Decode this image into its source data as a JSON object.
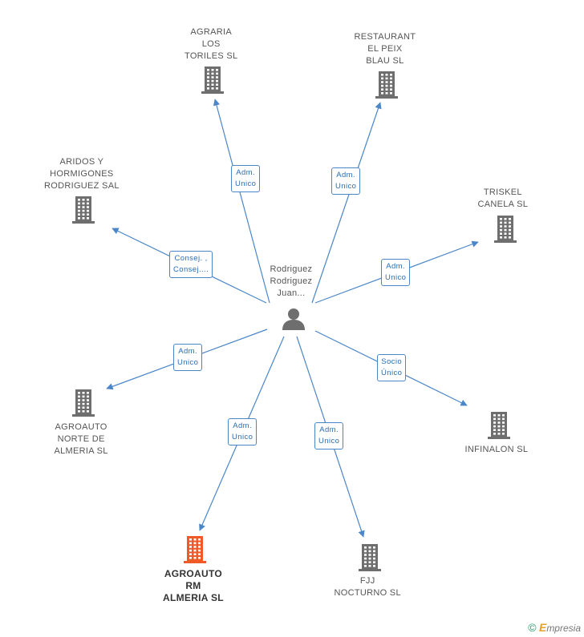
{
  "center": {
    "label": "Rodriguez\nRodriguez\nJuan...",
    "icon": "person-icon"
  },
  "nodes": [
    {
      "id": "agraria",
      "label": "AGRARIA\nLOS\nTORILES SL",
      "icon": "building-icon",
      "color": "#6e6e6e"
    },
    {
      "id": "restaurant",
      "label": "RESTAURANT\nEL PEIX\nBLAU SL",
      "icon": "building-icon",
      "color": "#6e6e6e"
    },
    {
      "id": "aridos",
      "label": "ARIDOS Y\nHORMIGONES\nRODRIGUEZ SAL",
      "icon": "building-icon",
      "color": "#6e6e6e"
    },
    {
      "id": "triskel",
      "label": "TRISKEL\nCANELA SL",
      "icon": "building-icon",
      "color": "#6e6e6e"
    },
    {
      "id": "agroauto-norte",
      "label": "AGROAUTO\nNORTE DE\nALMERIA SL",
      "icon": "building-icon",
      "color": "#6e6e6e"
    },
    {
      "id": "infinalon",
      "label": "INFINALON SL",
      "icon": "building-icon",
      "color": "#6e6e6e"
    },
    {
      "id": "agroauto-rm",
      "label": "AGROAUTO\nRM\nALMERIA SL",
      "icon": "building-icon",
      "color": "#f05a28",
      "focus": true
    },
    {
      "id": "fjj",
      "label": "FJJ\nNOCTURNO SL",
      "icon": "building-icon",
      "color": "#6e6e6e"
    }
  ],
  "edges": [
    {
      "to": "agraria",
      "label": "Adm.\nUnico"
    },
    {
      "to": "restaurant",
      "label": "Adm.\nUnico"
    },
    {
      "to": "aridos",
      "label": "Consej. ,\nConsej...."
    },
    {
      "to": "triskel",
      "label": "Adm.\nUnico"
    },
    {
      "to": "agroauto-norte",
      "label": "Adm.\nUnico"
    },
    {
      "to": "infinalon",
      "label": "Socio\nÚnico"
    },
    {
      "to": "agroauto-rm",
      "label": "Adm.\nUnico"
    },
    {
      "to": "fjj",
      "label": "Adm.\nUnico"
    }
  ],
  "colors": {
    "edge": "#4a86c8",
    "building": "#6e6e6e",
    "focus": "#f05a28",
    "person": "#6e6e6e"
  },
  "watermark": {
    "symbol": "©",
    "brand_initial": "E",
    "brand_rest": "mpresia"
  }
}
